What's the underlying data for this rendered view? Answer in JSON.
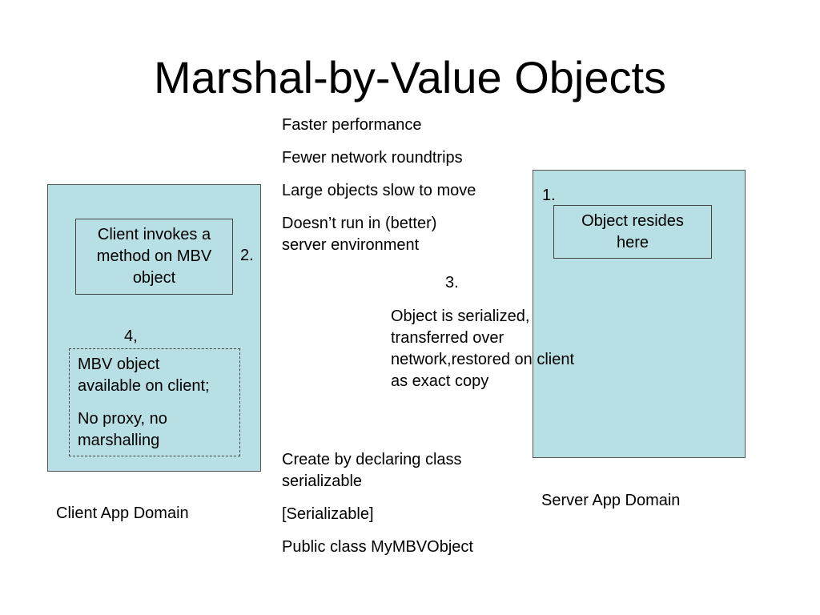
{
  "title": "Marshal-by-Value Objects",
  "benefits": {
    "items": [
      "Faster performance",
      "Fewer network roundtrips",
      "Large objects slow to move",
      "Doesn’t run in (better)\nserver environment"
    ]
  },
  "client": {
    "domain_label": "Client App Domain",
    "invoke_box": "Client invokes a\nmethod on MBV\nobject",
    "step_4_label": "4,",
    "mbv_lines": [
      "MBV object\navailable on client;",
      "No proxy, no\nmarshalling"
    ]
  },
  "server": {
    "domain_label": "Server App Domain",
    "step_1_label": "1.",
    "object_box": "Object resides\nhere"
  },
  "steps": {
    "step_2_label": "2.",
    "step_3_label": "3.",
    "step_3_text": "Object is serialized,\ntransferred over\nnetwork,restored on client\nas exact copy"
  },
  "creation": {
    "items": [
      "Create by declaring class\nserializable",
      "[Serializable]",
      "Public class MyMBVObject"
    ]
  }
}
